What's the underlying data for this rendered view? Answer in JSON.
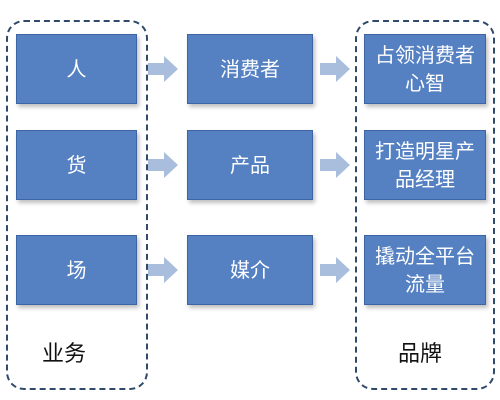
{
  "diagram": {
    "left_group": {
      "label": "业务",
      "items": [
        "人",
        "货",
        "场"
      ]
    },
    "middle": {
      "items": [
        "消费者",
        "产品",
        "媒介"
      ]
    },
    "right_group": {
      "label": "品牌",
      "items": [
        "占领消费者心智",
        "打造明星产品经理",
        "撬动全平台流量"
      ]
    },
    "colors": {
      "box_fill": "#5581c2",
      "box_border": "#3e65a3",
      "arrow": "#a9bedc",
      "dashed_frame": "#2f4a6a"
    }
  }
}
